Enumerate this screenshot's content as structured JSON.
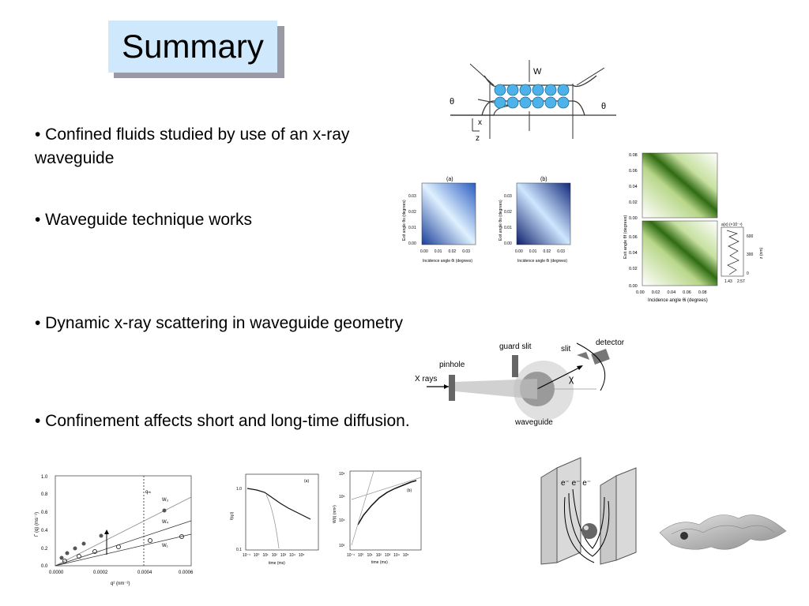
{
  "slide": {
    "title": "Summary",
    "bullets": [
      "• Confined fluids studied by use of an x-ray waveguide",
      "• Waveguide technique works",
      "• Dynamic x-ray scattering in waveguide geometry",
      "• Confinement affects short and long-time diffusion."
    ]
  },
  "figures": {
    "schematic": {
      "w": "W",
      "x": "x",
      "z": "z",
      "theta": "θ"
    },
    "maps_small": {
      "a_label": "(a)",
      "b_label": "(b)",
      "xlabel": "Incidence angle θi (degrees)",
      "ylabel": "Exit angle θo (degrees)",
      "xticks": [
        "0.00",
        "0.01",
        "0.02",
        "0.03"
      ],
      "yticks": [
        "0.00",
        "0.01",
        "0.02",
        "0.03"
      ]
    },
    "maps_large": {
      "xlabel": "Incidence angle θi (degrees)",
      "ylabel": "Exit angle θf (degrees)",
      "xticks": [
        "0.00",
        "0.02",
        "0.04",
        "0.06",
        "0.08"
      ],
      "yticks_top": [
        "0.00",
        "0.02",
        "0.04",
        "0.06",
        "0.08"
      ],
      "yticks_bottom": [
        "0.00",
        "0.02",
        "0.04",
        "0.06"
      ],
      "side_title": "a(x) (×10⁻⁴)",
      "side_xticks": [
        "1.43",
        "2.57"
      ],
      "side_yticks": [
        "600",
        "300",
        "0"
      ],
      "side_ylabel": "z (nm)"
    },
    "setup": {
      "xrays": "X rays",
      "pinhole": "pinhole",
      "guard_slit": "guard slit",
      "slit": "slit",
      "detector": "detector",
      "chi": "χ",
      "waveguide": "waveguide"
    },
    "plot_gamma": {
      "xlabel": "q² (nm⁻²)",
      "ylabel": "Γ (q) (ms⁻¹)",
      "xticks": [
        "0.0000",
        "0.0002",
        "0.0004",
        "0.0006"
      ],
      "yticks": [
        "0.0",
        "0.2",
        "0.4",
        "0.6",
        "0.8",
        "1.0"
      ],
      "labels": [
        "W₃",
        "W₄",
        "W₁"
      ],
      "qc": "qₘ"
    },
    "plot_f": {
      "panel": "(a)",
      "xlabel": "time (ms)",
      "ylabel": "f(q,t)",
      "xticks": [
        "10⁻¹",
        "10⁰",
        "10¹",
        "10²",
        "10³",
        "10⁴",
        "10⁵"
      ],
      "yticks": [
        "1.0",
        "0.1"
      ]
    },
    "plot_w": {
      "panel": "(b)",
      "xlabel": "time (ms)",
      "ylabel": "W(t) (nm²)",
      "xticks": [
        "10⁻¹",
        "10⁰",
        "10¹",
        "10²",
        "10³",
        "10⁴",
        "10⁵"
      ],
      "yticks": [
        "10⁶",
        "10⁵",
        "10⁴",
        "10³"
      ]
    },
    "electrons": {
      "label": "e⁻ e⁻ e⁻"
    }
  }
}
